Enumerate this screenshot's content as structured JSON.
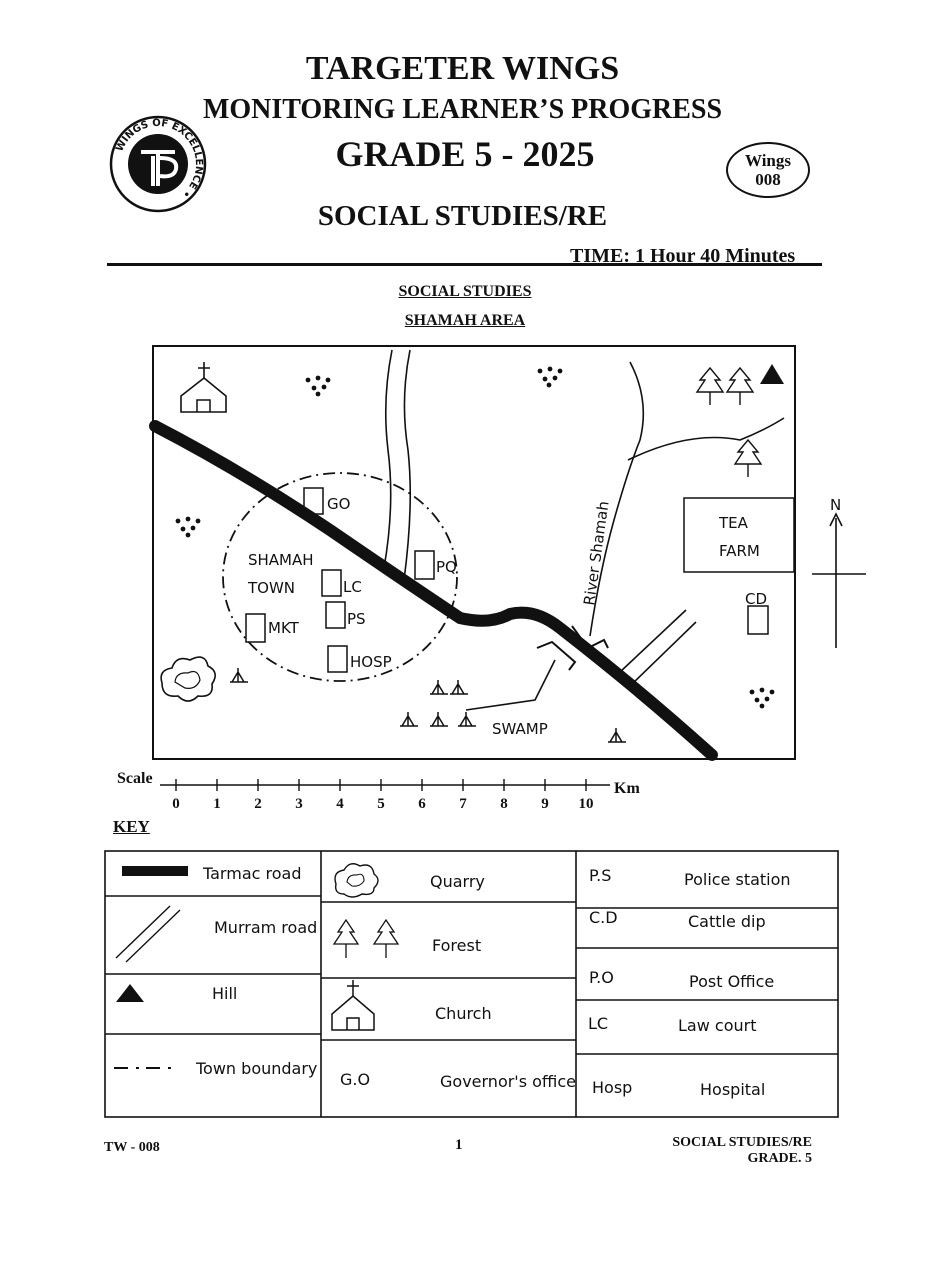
{
  "header": {
    "title": "TARGETER WINGS",
    "subtitle": "MONITORING LEARNER’S PROGRESS",
    "grade": "GRADE 5 -  2025",
    "subject": "SOCIAL STUDIES/RE",
    "time": "TIME: 1 Hour 40 Minutes",
    "badge_line1": "Wings",
    "badge_line2": "008",
    "logo_text": "WINGS OF EXCELLENCE"
  },
  "section": {
    "title": "SOCIAL STUDIES",
    "map_title": "SHAMAH  AREA"
  },
  "map": {
    "labels": {
      "go": "GO",
      "pq": "PQ",
      "lc": "LC",
      "ps": "PS",
      "mkt": "MKT",
      "hosp": "HOSP",
      "town_line1": "SHAMAH",
      "town_line2": "TOWN",
      "swamp": "SWAMP",
      "river": "River Shamah",
      "tea_line1": "TEA",
      "tea_line2": "FARM",
      "cd": "CD",
      "north": "N"
    }
  },
  "scale": {
    "label": "Scale",
    "unit": "Km",
    "ticks": [
      "0",
      "1",
      "2",
      "3",
      "4",
      "5",
      "6",
      "7",
      "8",
      "9",
      "10"
    ]
  },
  "key": {
    "title": "KEY",
    "items": {
      "tarmac": "Tarmac road",
      "murram": "Murram road",
      "hill": "Hill",
      "boundary": "Town boundary",
      "quarry": "Quarry",
      "forest": "Forest",
      "church": "Church",
      "go_abbr": "G.O",
      "go_name": "Governor's office",
      "ps_abbr": "P.S",
      "ps_name": "Police station",
      "cd_abbr": "C.D",
      "cd_name": "Cattle dip",
      "po_abbr": "P.O",
      "po_name": "Post Office",
      "lc_abbr": "LC",
      "lc_name": "Law court",
      "hosp_abbr": "Hosp",
      "hosp_name": "Hospital"
    }
  },
  "footer": {
    "left": "TW - 008",
    "page": "1",
    "right_line1": "SOCIAL STUDIES/RE",
    "right_line2": "GRADE. 5"
  }
}
